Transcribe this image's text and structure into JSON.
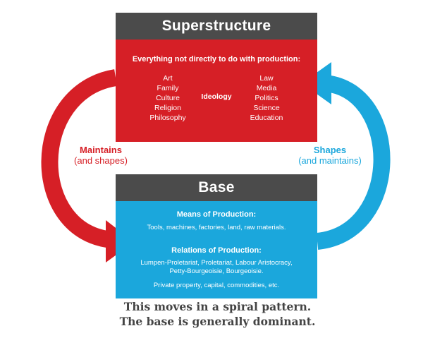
{
  "superstructure": {
    "title": "Superstructure",
    "subtitle": "Everything not directly to do with production:",
    "left_items": [
      "Art",
      "Family",
      "Culture",
      "Religion",
      "Philosophy"
    ],
    "center_label": "Ideology",
    "right_items": [
      "Law",
      "Media",
      "Politics",
      "Science",
      "Education"
    ]
  },
  "base": {
    "title": "Base",
    "means_heading": "Means of Production:",
    "means_text": "Tools, machines, factories, land, raw materials.",
    "relations_heading": "Relations of Production:",
    "relations_line1": "Lumpen-Proletariat, Proletariat, Labour Aristocracy,",
    "relations_line2": "Petty-Bourgeoisie, Bourgeoisie.",
    "property_text": "Private property, capital, commodities, etc."
  },
  "arrows": {
    "left": {
      "label": "Maintains",
      "sublabel": "(and shapes)",
      "color": "#d61f26"
    },
    "right": {
      "label": "Shapes",
      "sublabel": "(and maintains)",
      "color": "#1ba7dc"
    }
  },
  "caption": {
    "line1": "This moves in a spiral pattern.",
    "line2": "The base is generally dominant."
  },
  "colors": {
    "header_bg": "#4b4b4b",
    "superstructure_bg": "#d61f26",
    "base_bg": "#1ba7dc"
  }
}
